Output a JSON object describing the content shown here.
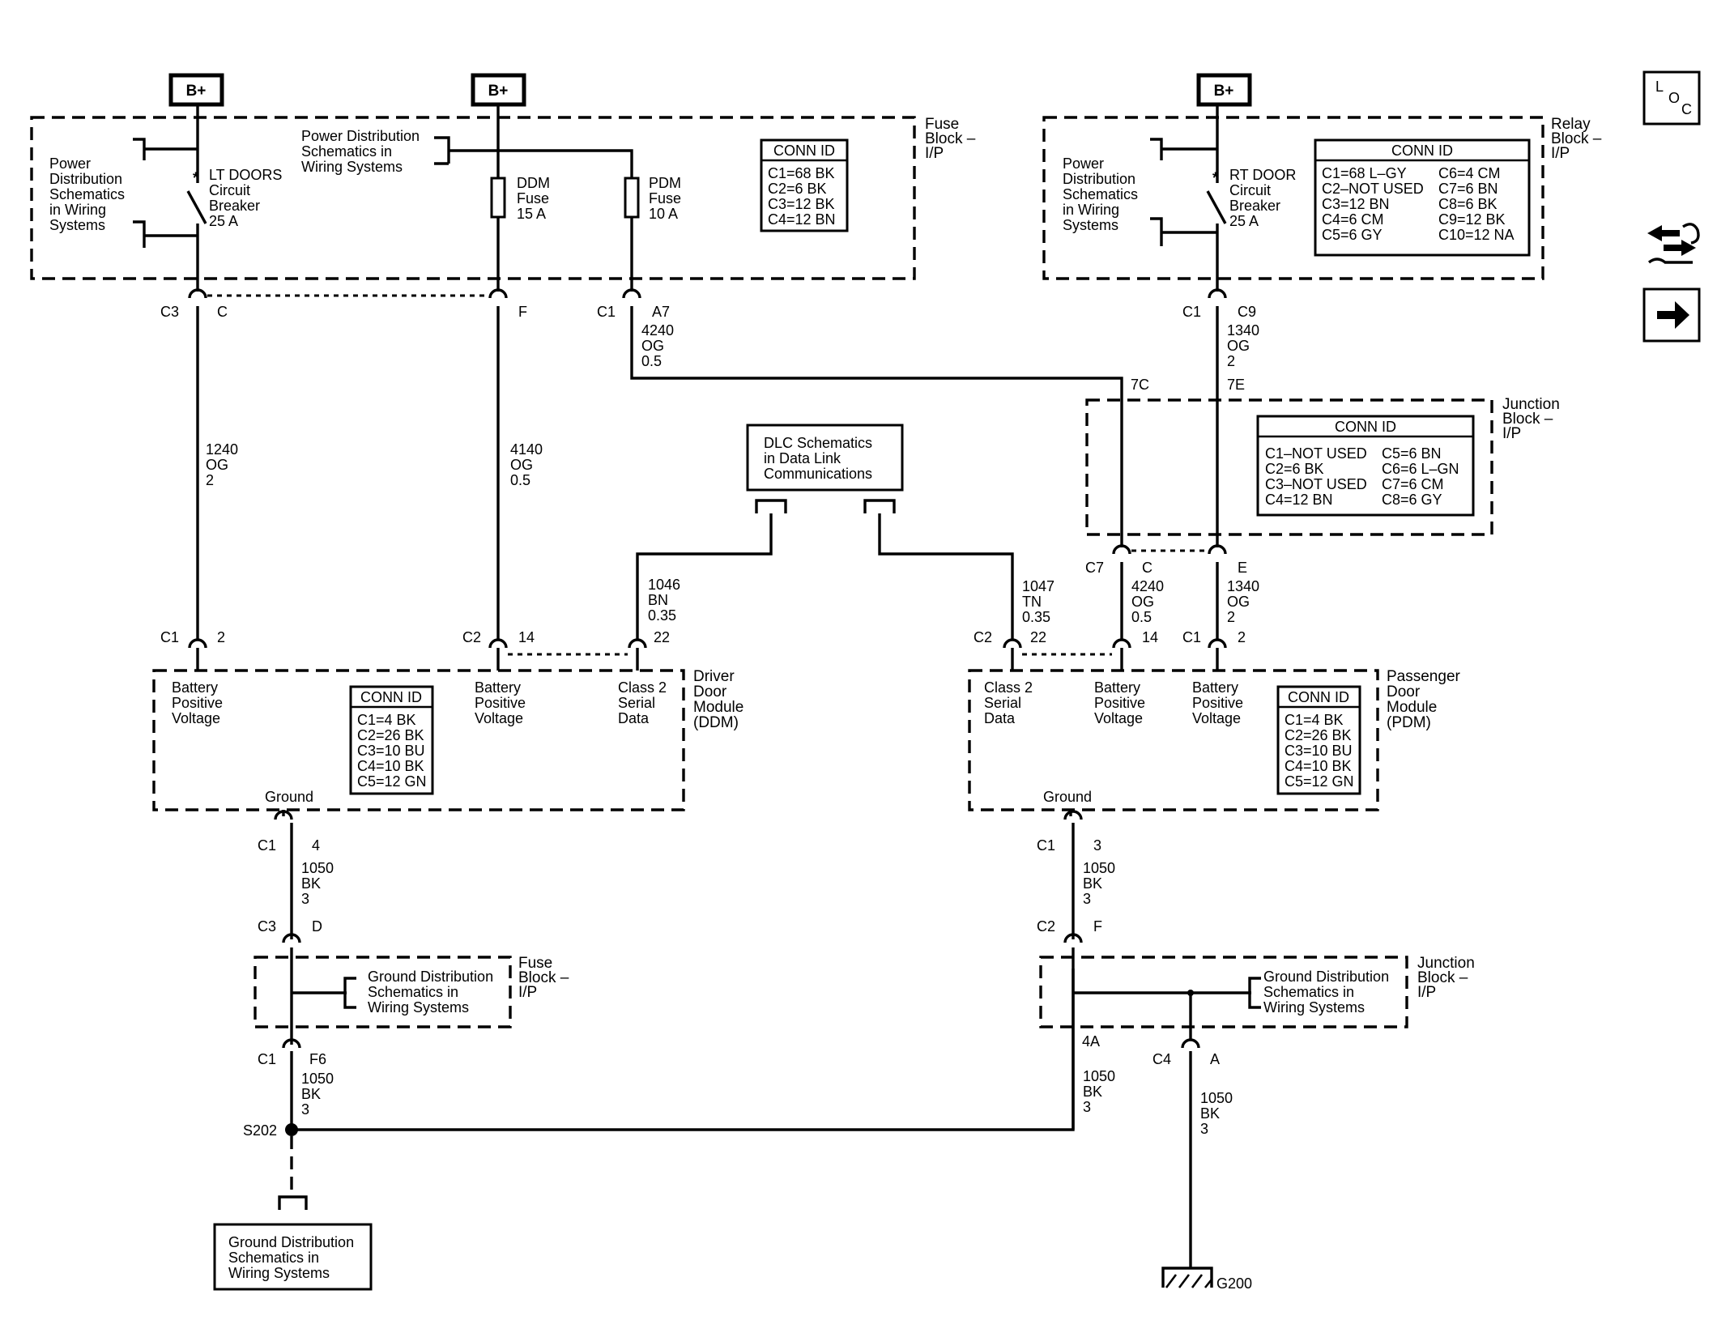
{
  "bplus": {
    "label": "B+"
  },
  "fuse_block_top": {
    "label": [
      "Fuse",
      "Block –",
      "I/P"
    ]
  },
  "relay_block": {
    "label": [
      "Relay",
      "Block –",
      "I/P"
    ]
  },
  "junction_block_mid": {
    "label": [
      "Junction",
      "Block –",
      "I/P"
    ]
  },
  "fuse_block_bottom": {
    "label": [
      "Fuse",
      "Block –",
      "I/P"
    ]
  },
  "junction_block_bottom": {
    "label": [
      "Junction",
      "Block –",
      "I/P"
    ]
  },
  "power_dist_left": {
    "lines": [
      "Power",
      "Distribution",
      "Schematics",
      "in Wiring",
      "Systems"
    ]
  },
  "power_dist_mid": {
    "lines": [
      "Power Distribution",
      "Schematics in",
      "Wiring Systems"
    ]
  },
  "power_dist_right": {
    "lines": [
      "Power",
      "Distribution",
      "Schematics",
      "in Wiring",
      "Systems"
    ]
  },
  "lt_breaker": {
    "lines": [
      "LT DOORS",
      "Circuit",
      "Breaker",
      "25 A"
    ]
  },
  "rt_breaker": {
    "lines": [
      "RT DOOR",
      "Circuit",
      "Breaker",
      "25 A"
    ]
  },
  "ddm_fuse": {
    "lines": [
      "DDM",
      "Fuse",
      "15 A"
    ]
  },
  "pdm_fuse": {
    "lines": [
      "PDM",
      "Fuse",
      "10 A"
    ]
  },
  "conn_fuse_block": {
    "title": "CONN ID",
    "rows": [
      "C1=68 BK",
      "C2=6 BK",
      "C3=12 BK",
      "C4=12 BN"
    ]
  },
  "conn_relay_block": {
    "title": "CONN ID",
    "left": [
      "C1=68 L–GY",
      "C2–NOT USED",
      "C3=12 BN",
      "C4=6 CM",
      "C5=6 GY"
    ],
    "right": [
      "C6=4 CM",
      "C7=6 BN",
      "C8=6 BK",
      "C9=12 BK",
      "C10=12 NA"
    ]
  },
  "conn_junction_block": {
    "title": "CONN ID",
    "left": [
      "C1–NOT USED",
      "C2=6 BK",
      "C3–NOT USED",
      "C4=12 BN"
    ],
    "right": [
      "C5=6 BN",
      "C6=6 L–GN",
      "C7=6 CM",
      "C8=6 GY"
    ]
  },
  "conn_ddm": {
    "title": "CONN ID",
    "rows": [
      "C1=4 BK",
      "C2=26 BK",
      "C3=10 BU",
      "C4=10 BK",
      "C5=12 GN"
    ]
  },
  "conn_pdm": {
    "title": "CONN ID",
    "rows": [
      "C1=4 BK",
      "C2=26 BK",
      "C3=10 BU",
      "C4=10 BK",
      "C5=12 GN"
    ]
  },
  "dlc": {
    "lines": [
      "DLC Schematics",
      "in Data Link",
      "Communications"
    ]
  },
  "ddm_module": {
    "name": [
      "Driver",
      "Door",
      "Module",
      "(DDM)"
    ],
    "bat1": [
      "Battery",
      "Positive",
      "Voltage"
    ],
    "bat2": [
      "Battery",
      "Positive",
      "Voltage"
    ],
    "serial": [
      "Class 2",
      "Serial",
      "Data"
    ],
    "ground": "Ground"
  },
  "pdm_module": {
    "name": [
      "Passenger",
      "Door",
      "Module",
      "(PDM)"
    ],
    "serial": [
      "Class 2",
      "Serial",
      "Data"
    ],
    "bat1": [
      "Battery",
      "Positive",
      "Voltage"
    ],
    "bat2": [
      "Battery",
      "Positive",
      "Voltage"
    ],
    "ground": "Ground"
  },
  "ground_dist_mid_left": {
    "lines": [
      "Ground Distribution",
      "Schematics in",
      "Wiring Systems"
    ]
  },
  "ground_dist_mid_right": {
    "lines": [
      "Ground Distribution",
      "Schematics in",
      "Wiring Systems"
    ]
  },
  "ground_dist_bottom": {
    "lines": [
      "Ground Distribution",
      "Schematics in",
      "Wiring Systems"
    ]
  },
  "connectors": {
    "c3_c": [
      "C3",
      "C"
    ],
    "f": "F",
    "c1_a7": [
      "C1",
      "A7"
    ],
    "c1_c9": [
      "C1",
      "C9"
    ],
    "j7c": "7C",
    "j7e": "7E",
    "c7_c": [
      "C7",
      "C"
    ],
    "e": "E",
    "ddm_c1_2": [
      "C1",
      "2"
    ],
    "ddm_c2_14": [
      "C2",
      "14"
    ],
    "ddm_22": "22",
    "pdm_c2_22": [
      "C2",
      "22"
    ],
    "pdm_14": "14",
    "pdm_c1_2": [
      "C1",
      "2"
    ],
    "ddm_c1_4": [
      "C1",
      "4"
    ],
    "ddm_c3_d": [
      "C3",
      "D"
    ],
    "ddm_c1_f6": [
      "C1",
      "F6"
    ],
    "pdm_c1_3": [
      "C1",
      "3"
    ],
    "pdm_c2_f": [
      "C2",
      "F"
    ],
    "pdm_4a": "4A",
    "c4_a": [
      "C4",
      "A"
    ]
  },
  "wires": {
    "w4240_top": [
      "4240",
      "OG",
      "0.5"
    ],
    "w1340_top": [
      "1340",
      "OG",
      "2"
    ],
    "w1240": [
      "1240",
      "OG",
      "2"
    ],
    "w4140": [
      "4140",
      "OG",
      "0.5"
    ],
    "w1046": [
      "1046",
      "BN",
      "0.35"
    ],
    "w1047": [
      "1047",
      "TN",
      "0.35"
    ],
    "w4240_bot": [
      "4240",
      "OG",
      "0.5"
    ],
    "w1340_bot": [
      "1340",
      "OG",
      "2"
    ],
    "w1050_a": [
      "1050",
      "BK",
      "3"
    ],
    "w1050_b": [
      "1050",
      "BK",
      "3"
    ],
    "w1050_c": [
      "1050",
      "BK",
      "3"
    ],
    "w1050_d": [
      "1050",
      "BK",
      "3"
    ],
    "w1050_e": [
      "1050",
      "BK",
      "3"
    ]
  },
  "splice": {
    "label": "S202"
  },
  "ground_point": {
    "label": "G200"
  },
  "nav": {
    "loc": [
      "L",
      "O",
      "C"
    ],
    "connector_icon": "connector-views-icon",
    "next_icon": "next-arrow-icon"
  }
}
